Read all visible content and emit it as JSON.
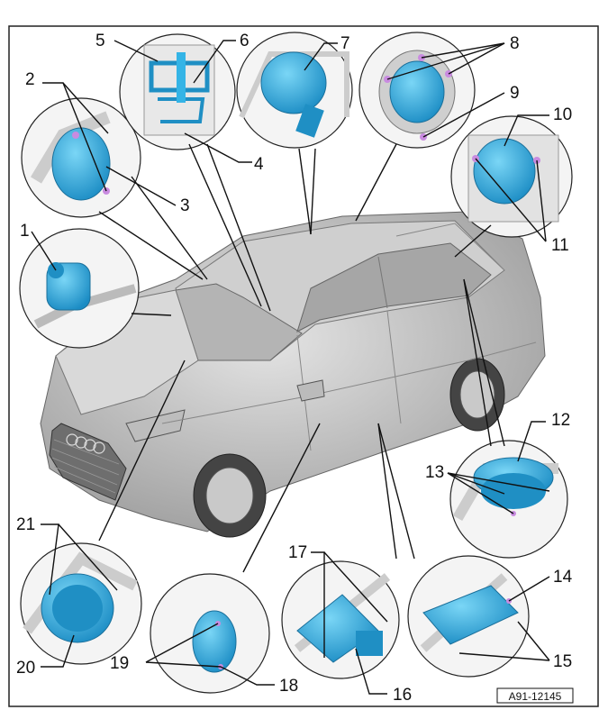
{
  "labels": [
    "1",
    "2",
    "3",
    "4",
    "5",
    "6",
    "7",
    "8",
    "9",
    "10",
    "11",
    "12",
    "13",
    "14",
    "15",
    "16",
    "17",
    "18",
    "19",
    "20",
    "21"
  ],
  "reference": "A91-12145"
}
